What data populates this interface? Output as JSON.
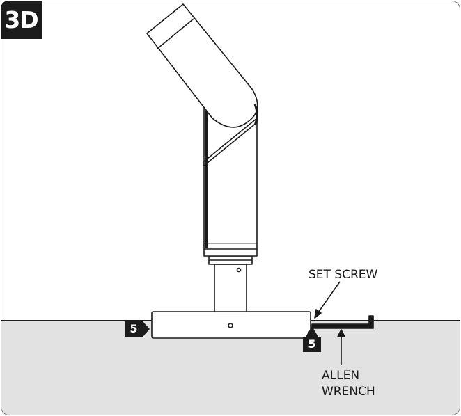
{
  "figure": {
    "step_label": "3D",
    "set_screw_label": "SET SCREW",
    "allen_wrench_label_line1": "ALLEN",
    "allen_wrench_label_line2": "WRENCH",
    "marker_left_label": "5",
    "marker_right_label": "5"
  },
  "colors": {
    "ink": "#1a1a1a",
    "ground": "#e2e2e2",
    "badge": "#1c1c1c",
    "frame": "#7a7a7a"
  },
  "icons": {
    "fixture": "angled-cylinder-light-fixture",
    "wrench": "allen-wrench-icon",
    "arrow": "callout-arrow"
  }
}
